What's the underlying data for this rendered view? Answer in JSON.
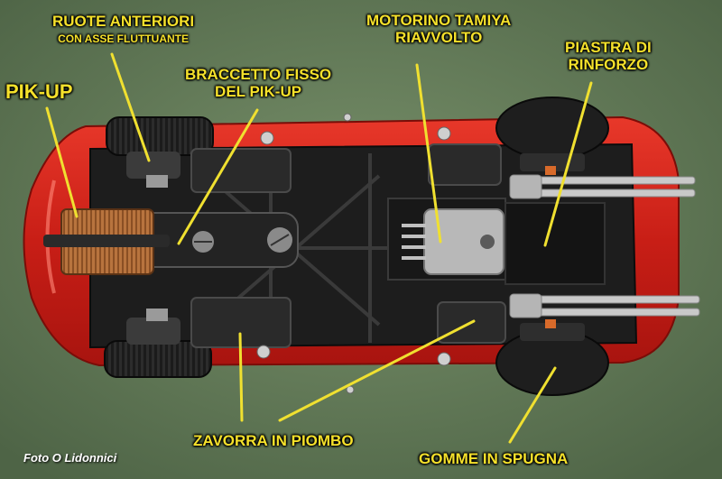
{
  "labels": {
    "ruote_line1": "RUOTE ANTERIORI",
    "ruote_line2": "CON ASSE FLUTTUANTE",
    "pikup": "PIK-UP",
    "braccetto_line1": "BRACCETTO FISSO",
    "braccetto_line2": "DEL PIK-UP",
    "motorino_line1": "MOTORINO TAMIYA",
    "motorino_line2": "RIAVVOLTO",
    "piastra_line1": "PIASTRA DI",
    "piastra_line2": "RINFORZO",
    "zavorra": "ZAVORRA IN PIOMBO",
    "gomme": "GOMME IN SPUGNA",
    "credit": "Foto O Lidonnici"
  },
  "colors": {
    "label_text": "#f5e12b",
    "leader_line": "#f0e030",
    "car_body": "#d62a1f",
    "chassis": "#1e1e1e",
    "background": "#5f7a57"
  }
}
